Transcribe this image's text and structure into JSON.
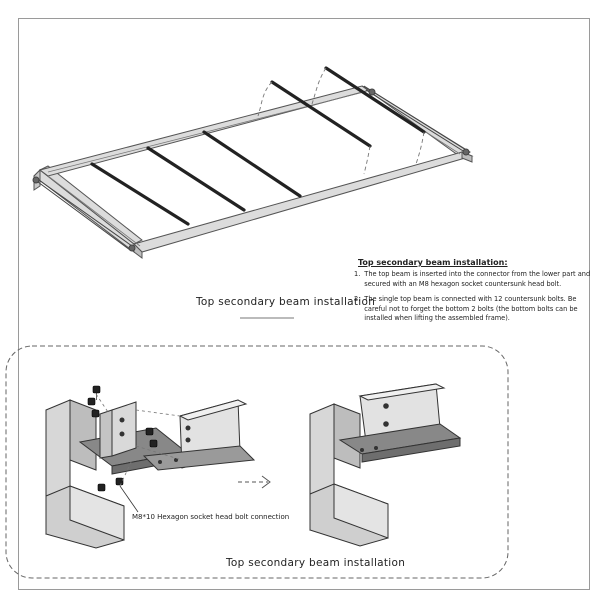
{
  "diagram": {
    "caption_top": "Top secondary beam installation",
    "caption_bottom": "Top secondary beam installation",
    "bolt_label": "M8*10 Hexagon socket head bolt connection",
    "notes": {
      "title": "Top secondary beam installation:",
      "items": [
        {
          "number": "1.",
          "text": "The top beam is inserted into the connector from the lower part and secured with an M8 hexagon socket countersunk head bolt."
        },
        {
          "number": "2.",
          "text": "The single top beam is connected with 12 countersunk bolts. Be careful not to forget the bottom 2 bolts (the bottom bolts can be installed when lifting the assembled frame)."
        }
      ]
    },
    "colors": {
      "frame_fill": "#d9d9d9",
      "frame_stroke": "#555555",
      "beam_fill": "#2b2b2b",
      "dash": "#777777"
    }
  }
}
